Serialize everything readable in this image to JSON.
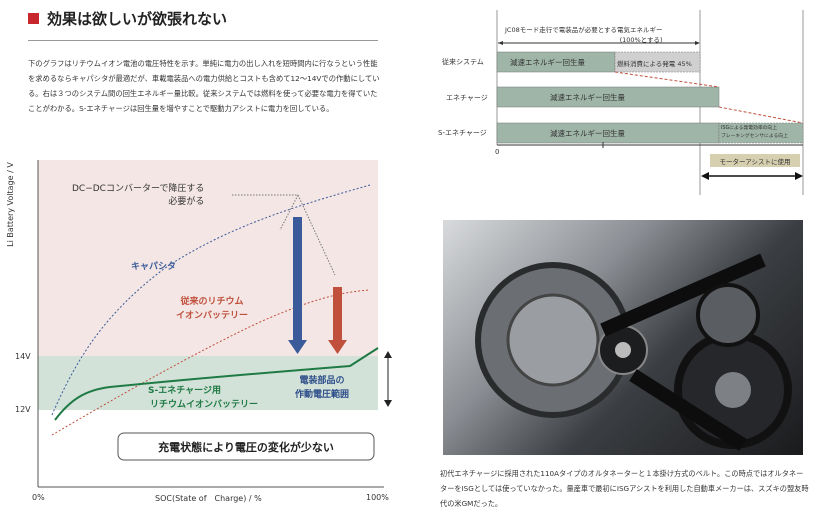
{
  "heading": "効果は欲しいが欲張れない",
  "body_text": "下のグラフはリチウムイオン電池の電圧特性を示す。単純に電力の出し入れを短時間内に行なうという性能を求めるならキャパシタが最適だが、車載電装品への電力供給とコストも含めて12〜14Vでの作動にしている。右は３つのシステム間の回生エネルギー量比較。従来システムでは燃料を使って必要な電力を得ていたことがわかる。S-エネチャージは回生量を増やすことで駆動力アシストに電力を回している。",
  "voltage_chart": {
    "ylabel": "Li Battery Voltage / V",
    "xlabel": "SOC(State of　Charge) / %",
    "x_ticks": [
      "0%",
      "100%"
    ],
    "y_ticks": [
      "14V",
      "12V"
    ],
    "annotation_dcdc": [
      "DC−DCコンバーターで降圧する",
      "必要がる"
    ],
    "series_capacitor": "キャパシタ",
    "series_conventional": [
      "従来のリチウム",
      "イオンバッテリー"
    ],
    "series_senecharge": [
      "S-エネチャージ用",
      "リチウムイオンバッテリー"
    ],
    "range_label": [
      "電装部品の",
      "作動電圧範囲"
    ],
    "callout": "充電状態により電圧の変化が少ない",
    "colors": {
      "capacitor": "#3a5a9a",
      "conventional": "#c0503c",
      "senecharge": "#1f7a45",
      "band": "#d3e2d8",
      "upper": "#f3e6e4"
    }
  },
  "energy_chart": {
    "top_label": [
      "JC08モード走行で電装品が必要とする電気エネルギー",
      "(100%とする)"
    ],
    "rows": [
      {
        "label": "従来システム",
        "bar": "減速エネルギー回生量",
        "extra": "燃料消費による発電 45%"
      },
      {
        "label": "エネチャージ",
        "bar": "減速エネルギー回生量"
      },
      {
        "label": "S-エネチャージ",
        "bar": "減速エネルギー回生量",
        "extra": [
          "ISGによる発電効率の向上",
          "ブレーキングセンサによる向上"
        ]
      }
    ],
    "axis_zero": "0",
    "assist_label": "モーターアシストに使用"
  },
  "photo_caption": "初代エネチャージに採用された110Aタイプのオルタネーターと１本掛け方式のベルト。この時点ではオルタネーターをISGとしては使っていなかった。量産車で最初にISGアシストを利用した自動車メーカーは、スズキの盟友時代の米GMだった。"
}
